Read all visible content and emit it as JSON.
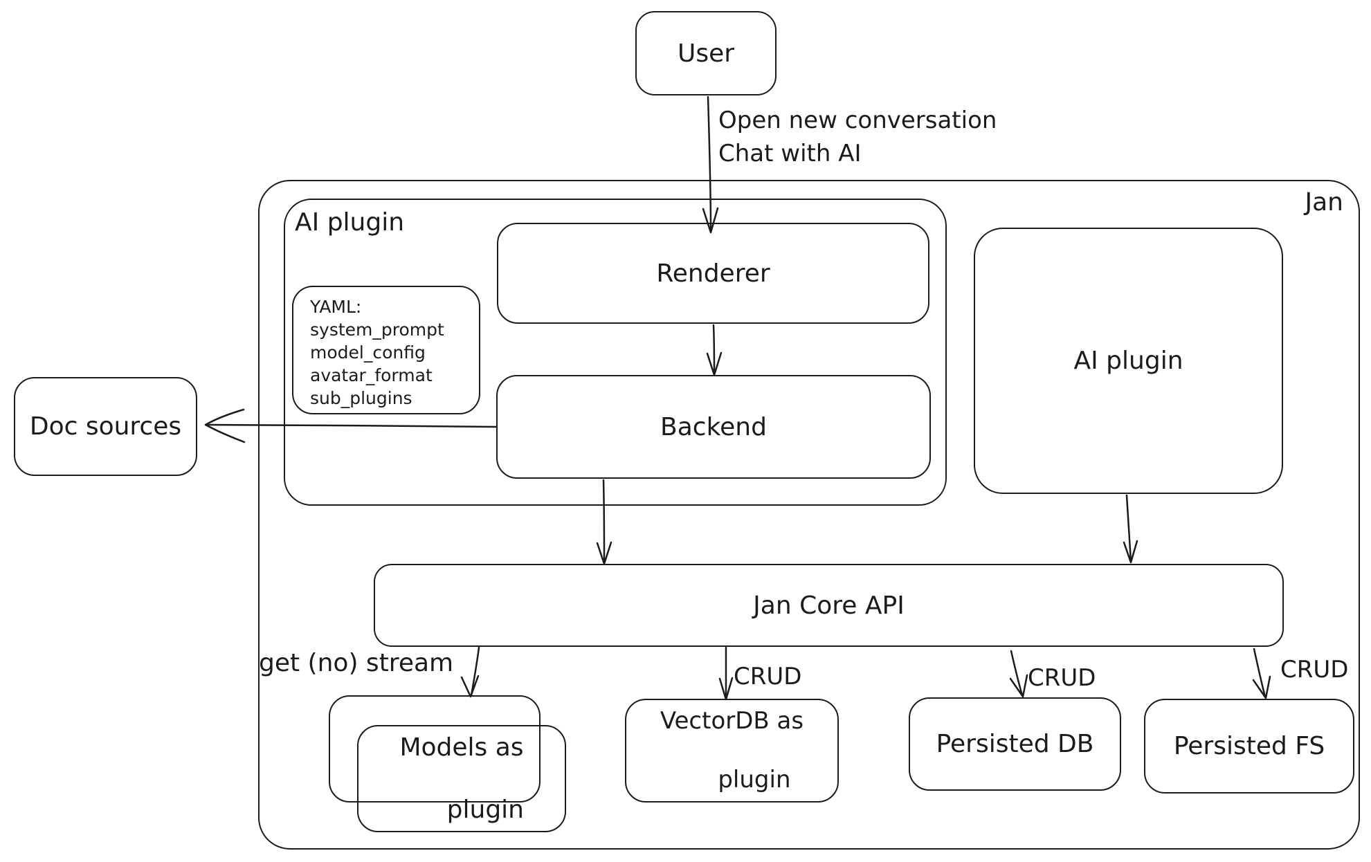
{
  "diagram": {
    "colors": {
      "stroke": "#1b1b1b",
      "background": "#ffffff"
    },
    "nodes": {
      "user": {
        "label": "User"
      },
      "jan_container": {
        "label": "Jan"
      },
      "ai_plugin_container": {
        "label": "AI plugin"
      },
      "yaml_note": {
        "lines": [
          "YAML:",
          "system_prompt",
          "model_config",
          "avatar_format",
          "sub_plugins"
        ]
      },
      "renderer": {
        "label": "Renderer"
      },
      "backend": {
        "label": "Backend"
      },
      "doc_sources": {
        "label": "Doc sources"
      },
      "ai_plugin_box": {
        "label": "AI plugin"
      },
      "jan_core_api": {
        "label": "Jan Core API"
      },
      "models_plugin": {
        "label": "Models as plugin",
        "lines": [
          "Models as",
          "plugin"
        ]
      },
      "vectordb_plugin": {
        "label": "VectorDB as plugin",
        "lines": [
          "VectorDB as",
          "plugin"
        ]
      },
      "persisted_db": {
        "label": "Persisted DB"
      },
      "persisted_fs": {
        "label": "Persisted FS"
      }
    },
    "edge_labels": {
      "user_action_lines": [
        "Open new conversation",
        "Chat with AI"
      ],
      "get_no_stream": "get (no) stream",
      "crud_vectordb": "CRUD",
      "crud_persisted_db": "CRUD",
      "crud_persisted_fs": "CRUD"
    }
  }
}
